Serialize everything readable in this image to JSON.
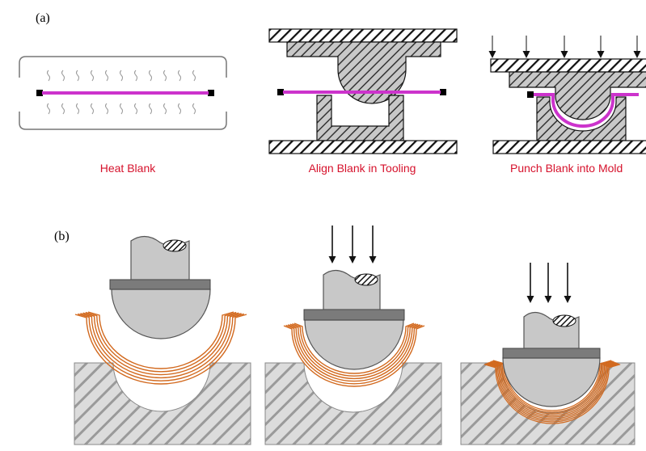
{
  "panel_a": {
    "label": "(a)",
    "captions": [
      "Heat Blank",
      "Align Blank in Tooling",
      "Punch Blank into Mold"
    ]
  },
  "panel_b": {
    "label": "(b)"
  },
  "colors": {
    "blank": "#cc33cc",
    "ply": "#d2691e",
    "tool_fill": "#c8c8c8",
    "hatch_dark": "#333333",
    "mold_hatch": "#888888"
  }
}
